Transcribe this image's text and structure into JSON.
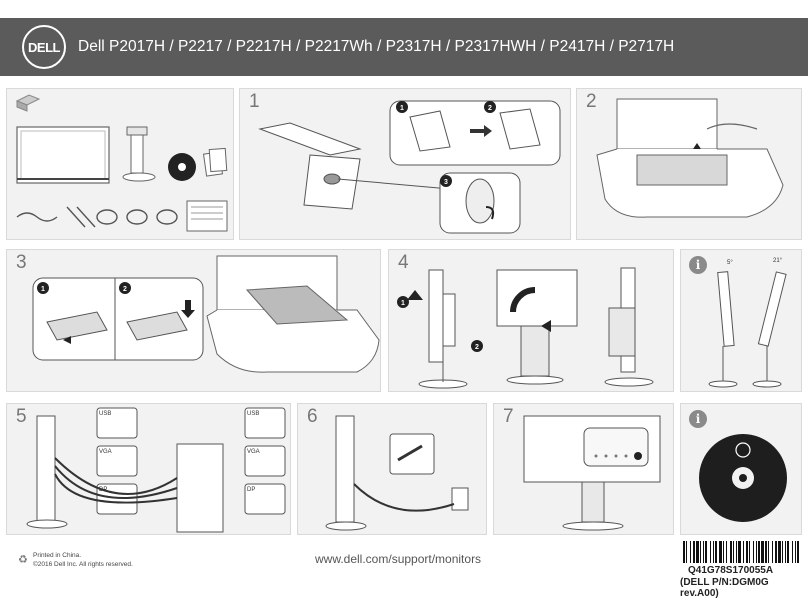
{
  "header": {
    "brand": "DELL",
    "title": "Dell P2017H / P2217 / P2217H / P2217Wh / P2317H / P2317HWH / P2417H / P2717H"
  },
  "panels": {
    "unbox": {
      "icon": "box-icon"
    },
    "step1": {
      "number": "1",
      "callouts": [
        "1",
        "2",
        "3"
      ]
    },
    "step2": {
      "number": "2"
    },
    "step3": {
      "number": "3",
      "callouts": [
        "1",
        "2"
      ]
    },
    "step4": {
      "number": "4",
      "callouts": [
        "1",
        "2"
      ]
    },
    "info1": {
      "icon": "i",
      "angles": [
        "5°",
        "21°"
      ]
    },
    "step5": {
      "number": "5",
      "ports": [
        "USB",
        "VGA",
        "DP",
        "USB",
        "VGA",
        "DP"
      ]
    },
    "step6": {
      "number": "6"
    },
    "step7": {
      "number": "7"
    },
    "info2": {
      "icon": "i"
    }
  },
  "footer": {
    "printed": "Printed in China.",
    "copyright": "©2016 Dell Inc. All rights reserved.",
    "url": "www.dell.com/support/monitors",
    "code": "Q41G78S170055A",
    "part": "(DELL P/N:DGM0G rev.A00)"
  }
}
